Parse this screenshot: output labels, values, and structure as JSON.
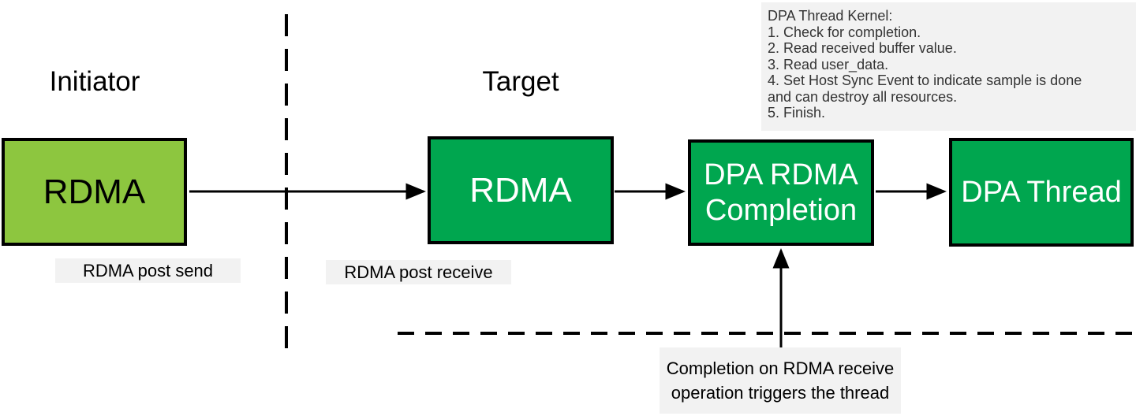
{
  "headings": {
    "initiator": "Initiator",
    "target": "Target"
  },
  "boxes": {
    "initiator_rdma": "RDMA",
    "target_rdma": "RDMA",
    "dpa_rdma_completion": {
      "line1": "DPA RDMA",
      "line2": "Completion"
    },
    "dpa_thread": "DPA Thread"
  },
  "labels": {
    "post_send": "RDMA post send",
    "post_receive": "RDMA post receive",
    "trigger_note": {
      "line1": "Completion on RDMA receive",
      "line2": "operation triggers the thread"
    }
  },
  "kernel_note": {
    "lines": [
      "DPA Thread Kernel:",
      "1. Check for completion.",
      "2. Read received buffer value.",
      "3. Read user_data.",
      "4. Set Host Sync Event to indicate sample is done",
      "and can destroy all resources.",
      "5. Finish."
    ]
  },
  "colors": {
    "light_green": "#8DC63F",
    "green": "#00A64F",
    "label_bg": "#F2F2F2",
    "note_bg": "#F2F2F2",
    "line": "#000000",
    "note_text": "#333333"
  }
}
